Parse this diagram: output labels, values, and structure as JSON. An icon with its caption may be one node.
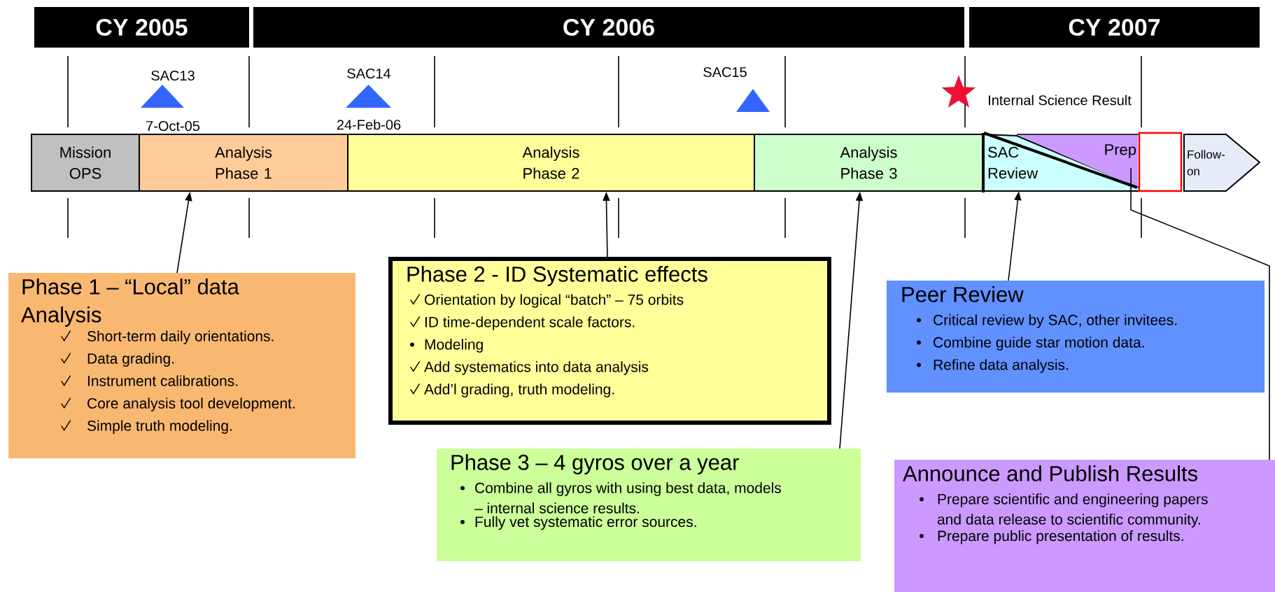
{
  "diagram": {
    "nodes": [
      {
        "text": [
          "CY 2005"
        ]
      },
      {
        "text": [
          "CY 2006"
        ]
      },
      {
        "text": [
          "CY 2007"
        ]
      },
      {
        "text": [
          "Mission OPS"
        ]
      },
      {
        "text": [
          "Analysis Phase 1"
        ]
      },
      {
        "text": [
          "Analysis Phase 2"
        ]
      },
      {
        "text": [
          "Analysis Phase 3"
        ]
      },
      {
        "text": [
          "SAC Review"
        ]
      },
      {
        "text": [
          "Prep"
        ]
      },
      {
        "text": [],
        "shape": "box"
      },
      {
        "text": [
          "Follow-on"
        ]
      },
      {
        "text": [
          "Phase 1 – “Local” data Analysis",
          "Short-term daily orientations.",
          "Data grading.",
          "Instrument calibrations.",
          "Core analysis tool development.",
          "Simple truth modeling."
        ]
      },
      {
        "text": [
          "Phase 2 - ID Systematic effects",
          "Orientation by logical “batch” – 75 orbits",
          "ID time-dependent scale factors.",
          "Modeling",
          "Add systematics into data analysis",
          "Add’l grading, truth modeling."
        ]
      },
      {
        "text": [
          "Phase 3 – 4 gyros over a year",
          "Combine all gyros with using best data, models – internal science results.",
          "Fully vet systematic error sources."
        ]
      },
      {
        "text": [
          "Peer Review",
          "Critical review by SAC, other invitees.",
          "Combine guide star motion data.",
          "Refine data analysis."
        ]
      },
      {
        "text": [
          "Announce and Publish Results",
          "Prepare scientific and engineering papers and data release to scientific community.",
          "Prepare public presentation of results."
        ]
      },
      {
        "text": [],
        "shape": "star",
        "beside": [
          "Internal Science Result"
        ]
      }
    ],
    "edges": [
      {
        "from": 11,
        "to": 4,
        "arrow": "to"
      },
      {
        "from": 12,
        "to": 5,
        "arrow": "to"
      },
      {
        "from": 13,
        "to": 6,
        "arrow": "to"
      },
      {
        "from": 14,
        "to": 7,
        "arrow": "to"
      },
      {
        "from": 15,
        "to": 8,
        "arrow": "none"
      }
    ],
    "labels": [
      "SAC13",
      "SAC14",
      "SAC15",
      "7-Oct-05",
      "24-Feb-06"
    ]
  }
}
